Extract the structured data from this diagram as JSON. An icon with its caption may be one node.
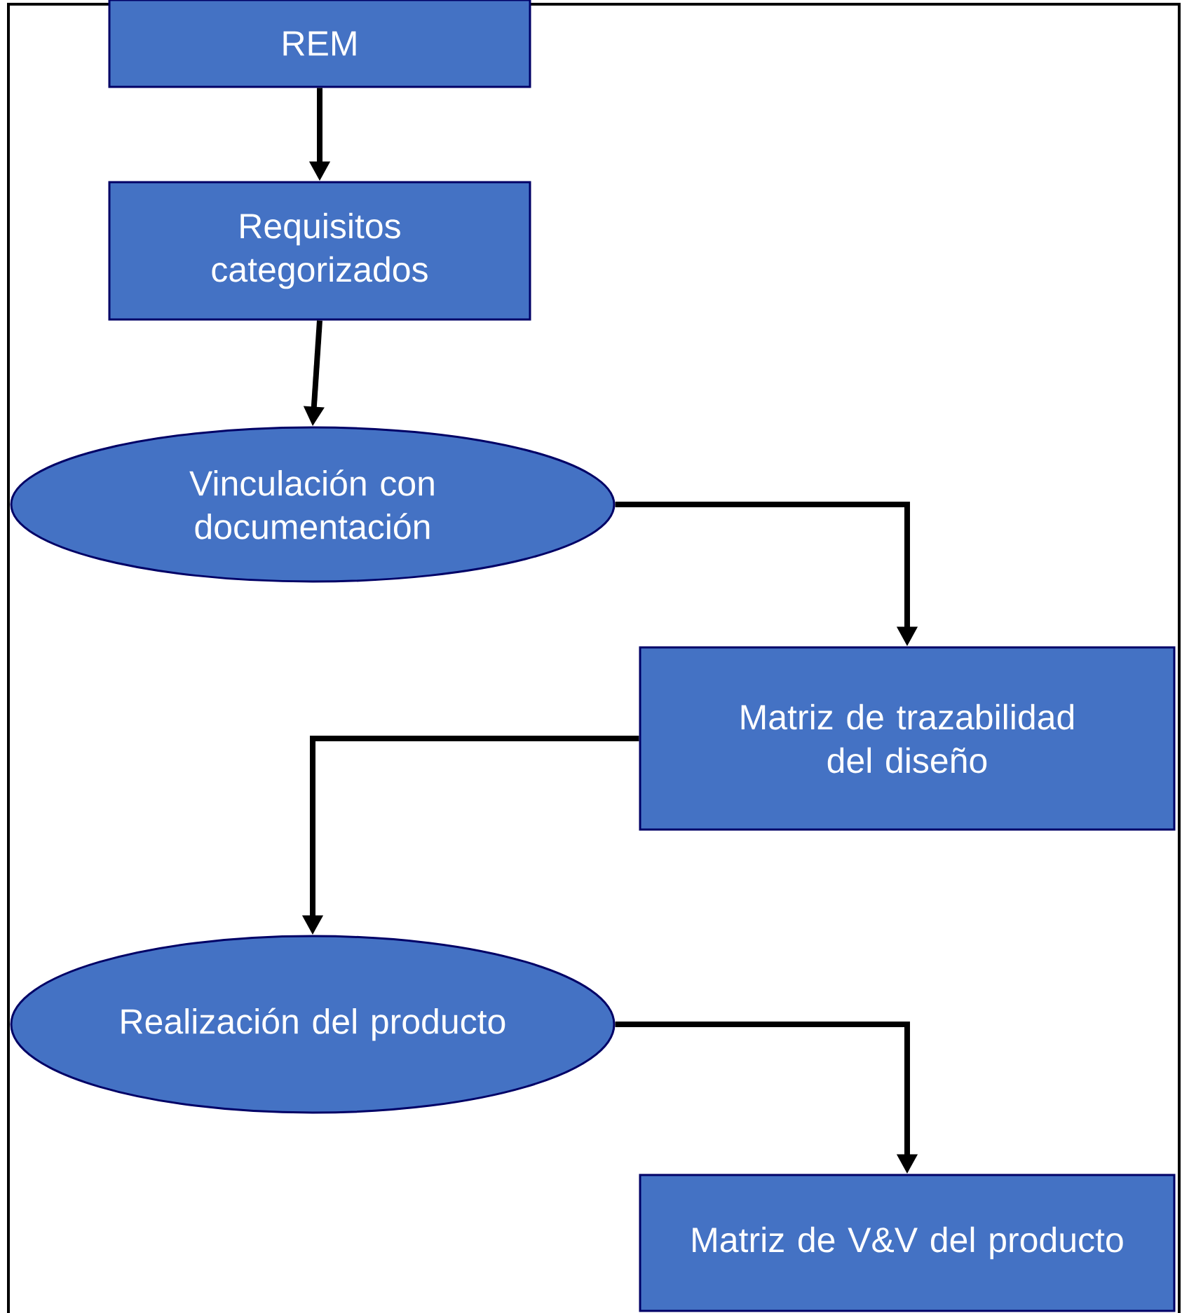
{
  "diagram": {
    "nodes": [
      {
        "text": [
          "REM"
        ]
      },
      {
        "text": [
          "Requisitos categorizados"
        ]
      },
      {
        "text": [
          "Vinculación con documentación"
        ]
      },
      {
        "text": [
          "Matriz de trazabilidad del diseño"
        ]
      },
      {
        "text": [
          "Realización del producto"
        ]
      },
      {
        "text": [
          "Matriz de V&V del producto"
        ]
      }
    ],
    "edges": [
      {
        "from": 0,
        "to": 1,
        "arrow": "to"
      },
      {
        "from": 1,
        "to": 2,
        "arrow": "to"
      },
      {
        "from": 2,
        "to": 3,
        "arrow": "to"
      },
      {
        "from": 3,
        "to": 4,
        "arrow": "to"
      },
      {
        "from": 4,
        "to": 5,
        "arrow": "to"
      }
    ]
  }
}
